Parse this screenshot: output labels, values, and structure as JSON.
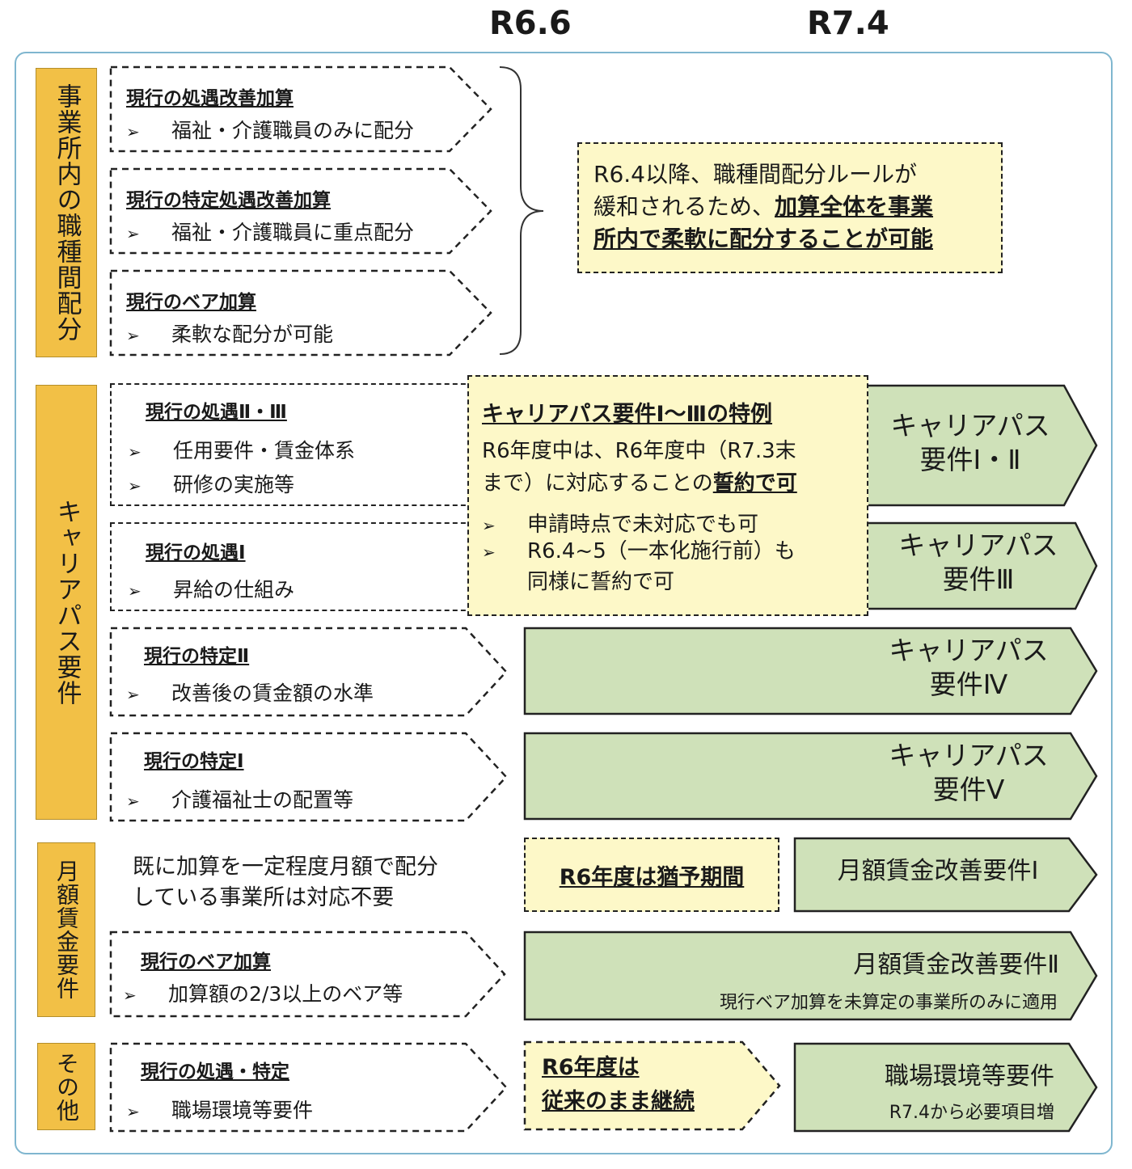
{
  "headers": {
    "r66": "R6.6",
    "r74": "R7.4"
  },
  "labels": {
    "shokushu": "事業所内の職種間配分",
    "career": "キャリアパス要件",
    "getsugaku": "月額賃金要件",
    "sonota": "その他"
  },
  "sec1": {
    "box1": {
      "title": "現行の処遇改善加算",
      "item": "福祉・介護職員のみに配分"
    },
    "box2": {
      "title": "現行の特定処遇改善加算",
      "item": "福祉・介護職員に重点配分"
    },
    "box3": {
      "title": "現行のベア加算",
      "item": "柔軟な配分が可能"
    },
    "note": {
      "line1": "R6.4以降、職種間配分ルールが",
      "line2a": "緩和されるため、",
      "line2b": "加算全体を事業",
      "line3": "所内で柔軟に配分することが可能"
    }
  },
  "sec2": {
    "box1": {
      "title": "現行の処遇Ⅱ・Ⅲ",
      "item1": "任用要件・賃金体系",
      "item2": "研修の実施等"
    },
    "box2": {
      "title": "現行の処遇Ⅰ",
      "item": "昇給の仕組み"
    },
    "box3": {
      "title": "現行の特定Ⅱ",
      "item": "改善後の賃金額の水準"
    },
    "box4": {
      "title": "現行の特定Ⅰ",
      "item": "介護福祉士の配置等"
    },
    "special": {
      "title": "キャリアパス要件Ⅰ～Ⅲの特例",
      "line1": "R6年度中は、R6年度中（R7.3末",
      "line2a": "まで）に対応することの",
      "line2b": "誓約で可",
      "item1": "申請時点で未対応でも可",
      "item2a": "R6.4~5（一本化施行前）も",
      "item2b": "同様に誓約で可"
    },
    "g1": {
      "l1": "キャリアパス",
      "l2": "要件Ⅰ・Ⅱ"
    },
    "g2": {
      "l1": "キャリアパス",
      "l2": "要件Ⅲ"
    },
    "g3": {
      "l1": "キャリアパス",
      "l2": "要件Ⅳ"
    },
    "g4": {
      "l1": "キャリアパス",
      "l2": "要件Ⅴ"
    }
  },
  "sec3": {
    "plain1": "既に加算を一定程度月額で配分",
    "plain2": "している事業所は対応不要",
    "yuyo": "R6年度は猶予期間",
    "g1": "月額賃金改善要件Ⅰ",
    "box": {
      "title": "現行のベア加算",
      "item": "加算額の2/3以上のベア等"
    },
    "g2": {
      "title": "月額賃金改善要件Ⅱ",
      "sub": "現行ベア加算を未算定の事業所のみに適用"
    }
  },
  "sec4": {
    "box": {
      "title": "現行の処遇・特定",
      "item": "職場環境等要件"
    },
    "keizoku": {
      "l1": "R6年度は",
      "l2": "従来のまま継続"
    },
    "g": {
      "title": "職場環境等要件",
      "sub": "R7.4から必要項目増"
    }
  },
  "bullet": "➢",
  "colors": {
    "label": "#f2c046",
    "green": "#cfe1b9",
    "yellow": "#fdf8c8",
    "frame": "#7fb6cf"
  }
}
